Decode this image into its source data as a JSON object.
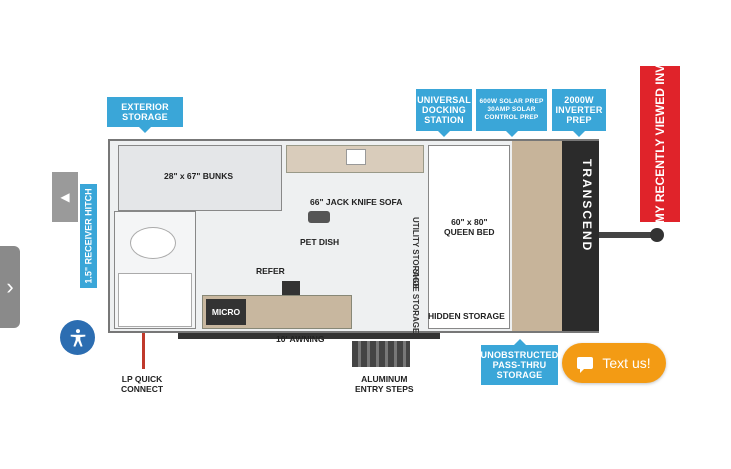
{
  "callouts": {
    "exterior_storage": [
      "EXTERIOR",
      "STORAGE"
    ],
    "universal_docking": [
      "UNIVERSAL",
      "DOCKING",
      "STATION"
    ],
    "solar": [
      "600W SOLAR PREP",
      "30AMP SOLAR",
      "CONTROL PREP"
    ],
    "inverter": [
      "2000W",
      "INVERTER",
      "PREP"
    ],
    "receiver_hitch": "1.5\" RECEIVER HITCH",
    "pass_thru": [
      "UNOBSTRUCTED",
      "PASS-THRU",
      "STORAGE"
    ]
  },
  "floorplan": {
    "bunks": "28\" x 67\" BUNKS",
    "sofa": "66\" JACK KNIFE SOFA",
    "pet_dish": "PET DISH",
    "refer": "REFER",
    "micro": "MICRO",
    "utility_storage": "UTILITY STORAGE",
    "shoe_storage": "SHOE STORAGE",
    "queen_bed": [
      "60\" x 80\"",
      "QUEEN BED"
    ],
    "hidden_storage": "HIDDEN STORAGE",
    "brand": "TRANSCEND"
  },
  "outside_labels": {
    "awning": "10' AWNING",
    "lp": [
      "LP QUICK",
      "CONNECT"
    ],
    "steps": [
      "ALUMINUM",
      "ENTRY STEPS"
    ]
  },
  "ui": {
    "side_tab_glyph": "›",
    "prev_glyph": "◀",
    "recently_viewed": "MY RECENTLY VIEWED INV",
    "text_us": "Text us!"
  },
  "colors": {
    "callout": "#3aa6d8",
    "recent_tab": "#e0232a",
    "text_us": "#f39b14",
    "a11y": "#2c6db1"
  }
}
